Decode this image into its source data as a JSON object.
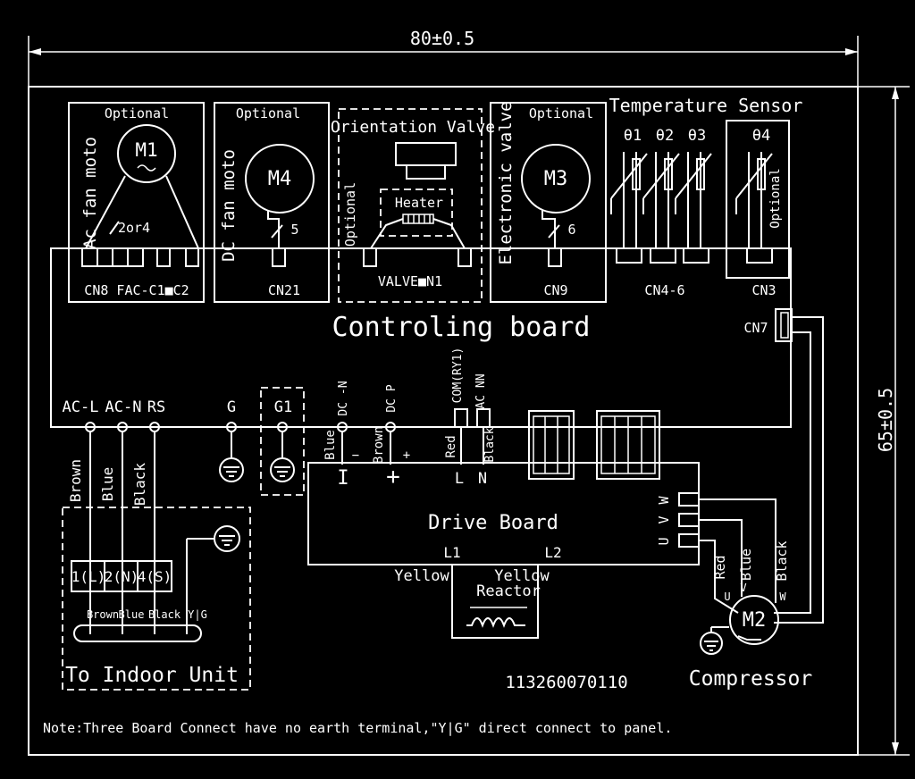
{
  "dimensions": {
    "width_label": "80±0.5",
    "height_label": "65±0.5"
  },
  "board": {
    "title": "Controling board"
  },
  "components": {
    "ac_fan": {
      "optional": "Optional",
      "name": "Ac fan moto",
      "motor": "M1",
      "wires": "2or4",
      "connector": "CN8 FAC-C1■C2"
    },
    "dc_fan": {
      "optional": "Optional",
      "name": "DC fan moto",
      "motor": "M4",
      "wires": "5",
      "connector": "CN21"
    },
    "valve": {
      "title": "Orientation Valve",
      "heater": "Heater",
      "optional": "Optional",
      "connector": "VALVE■N1"
    },
    "electronic_valve": {
      "optional": "Optional",
      "name": "Electronic valve",
      "motor": "M3",
      "wires": "6",
      "connector": "CN9"
    },
    "temp_sensor": {
      "title": "Temperature Sensor",
      "t1": "θ1",
      "t2": "θ2",
      "t3": "θ3",
      "t4": "θ4",
      "optional": "Optional",
      "connector_a": "CN4-6",
      "connector_b": "CN3"
    },
    "cn7": "CN7"
  },
  "terminals": {
    "ac_l": "AC-L",
    "ac_n": "AC-N",
    "rs": "RS",
    "g": "G",
    "g1": "G1",
    "dc_n": "DC -N",
    "dc_p": "DC P",
    "com": "COM(RY1)",
    "ac_nn": "AC NN"
  },
  "wires": {
    "brown": "Brown",
    "blue": "Blue",
    "black": "Black",
    "red": "Red",
    "yellow": "Yellow",
    "yg": "Y|G",
    "minus": "−",
    "plus": "+",
    "big_minus": "I",
    "big_plus": "+",
    "l": "L",
    "n": "N"
  },
  "drive_board": {
    "title": "Drive Board",
    "l1": "L1",
    "l2": "L2",
    "u": "U",
    "v": "V",
    "w": "W",
    "reactor": "Reactor"
  },
  "indoor": {
    "t1": "1(L)",
    "t2": "2(N)",
    "t3": "4(S)",
    "label": "To Indoor Unit"
  },
  "compressor": {
    "motor": "M2",
    "label": "Compressor",
    "u": "U",
    "v": "V",
    "w": "W"
  },
  "part_number": "113260070110",
  "note": "Note:Three Board Connect have no earth terminal,\"Y|G\" direct connect to panel."
}
